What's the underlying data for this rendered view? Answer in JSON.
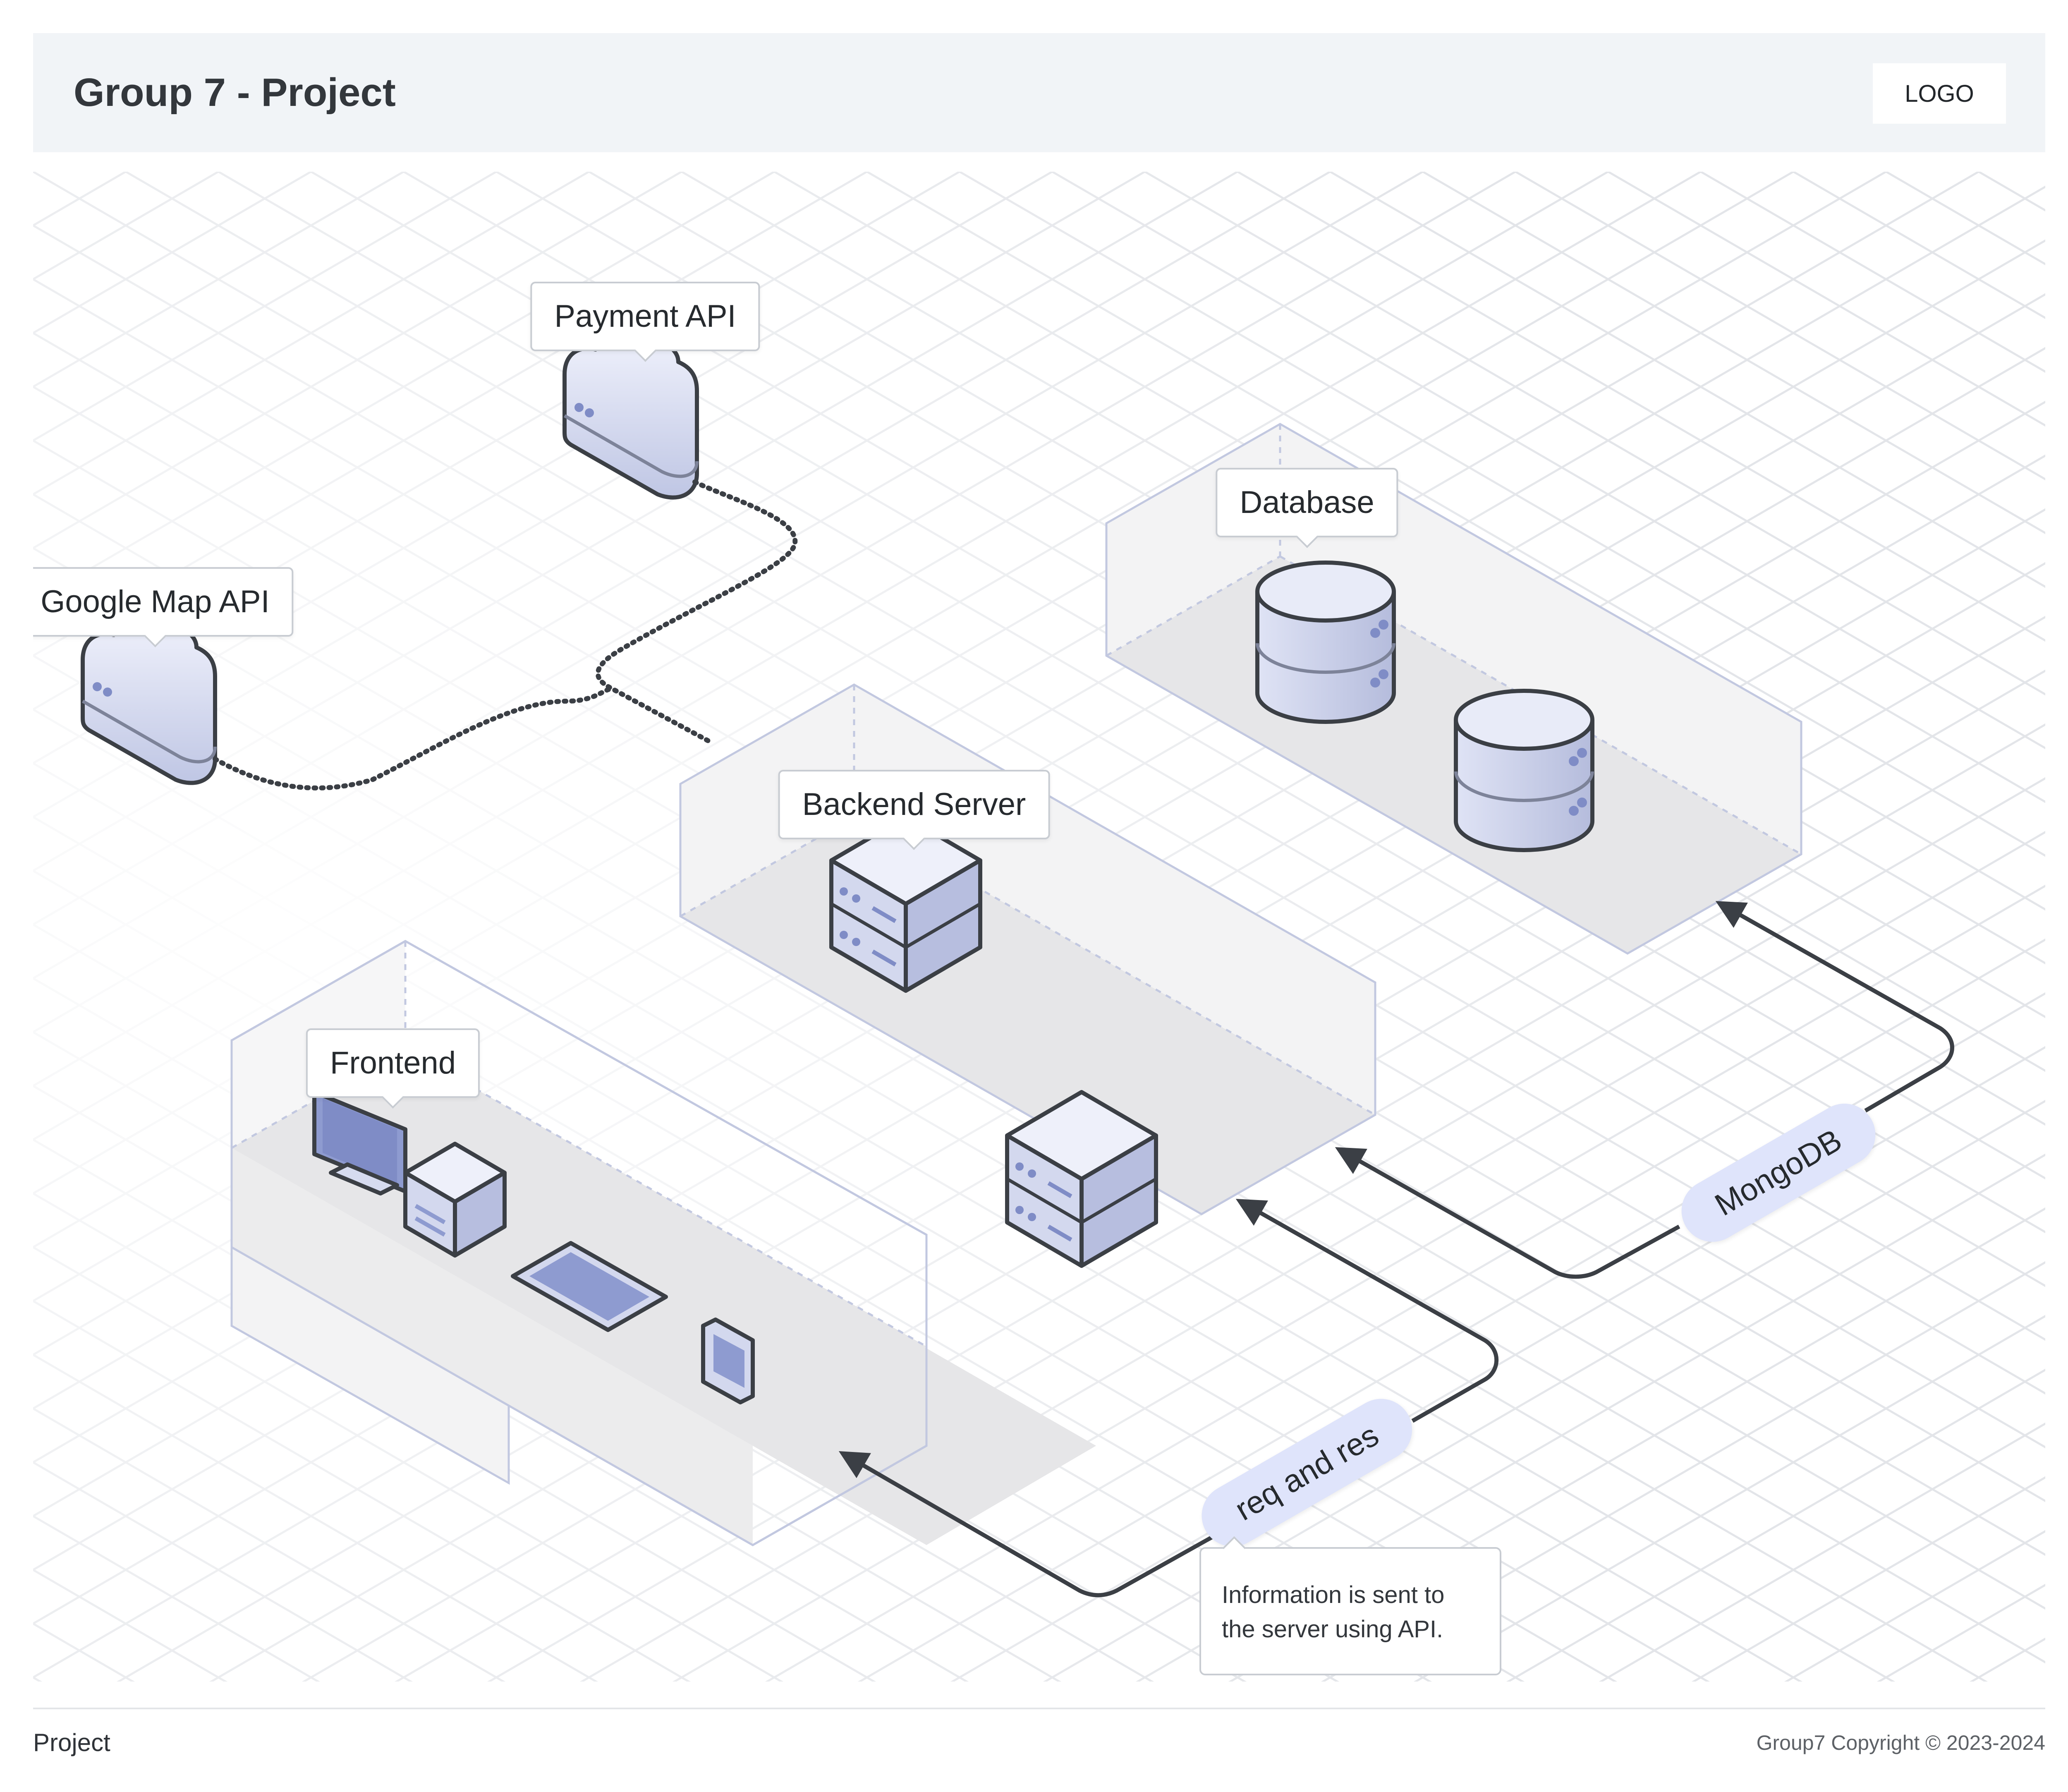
{
  "header": {
    "title": "Group 7 - Project",
    "logo_label": "LOGO"
  },
  "nodes": {
    "payment_api": "Payment API",
    "google_map_api": "Google Map API",
    "database": "Database",
    "backend_server": "Backend Server",
    "frontend": "Frontend"
  },
  "edges": {
    "req_res": "req and res",
    "mongodb": "MongoDB"
  },
  "note": {
    "text": "Information is sent to the server using API."
  },
  "footer": {
    "left": "Project",
    "right": "Group7 Copyright © 2023-2024"
  },
  "colors": {
    "accent": "#dfe4fb",
    "outline": "#3b3f45",
    "device_face": "#c9d0ea",
    "screen": "#8e9bd0"
  }
}
